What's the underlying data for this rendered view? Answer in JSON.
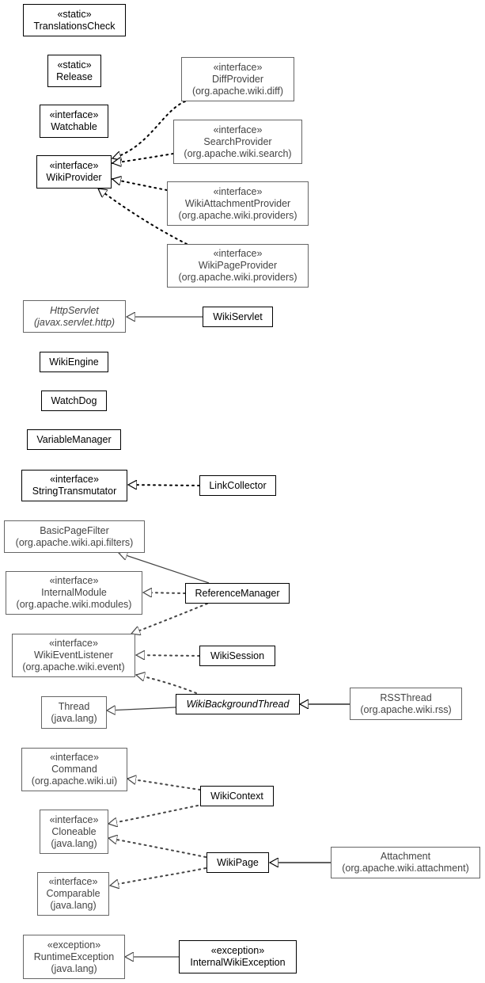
{
  "nodes": {
    "translations_check": [
      "«static»",
      "TranslationsCheck"
    ],
    "release": [
      "«static»",
      "Release"
    ],
    "watchable": [
      "«interface»",
      "Watchable"
    ],
    "wiki_provider": [
      "«interface»",
      "WikiProvider"
    ],
    "diff_provider": [
      "«interface»",
      "DiffProvider",
      "(org.apache.wiki.diff)"
    ],
    "search_provider": [
      "«interface»",
      "SearchProvider",
      "(org.apache.wiki.search)"
    ],
    "wiki_attachment_provider": [
      "«interface»",
      "WikiAttachmentProvider",
      "(org.apache.wiki.providers)"
    ],
    "wiki_page_provider": [
      "«interface»",
      "WikiPageProvider",
      "(org.apache.wiki.providers)"
    ],
    "http_servlet": [
      "HttpServlet",
      "(javax.servlet.http)"
    ],
    "wiki_servlet": [
      "WikiServlet"
    ],
    "wiki_engine": [
      "WikiEngine"
    ],
    "watch_dog": [
      "WatchDog"
    ],
    "variable_manager": [
      "VariableManager"
    ],
    "string_transmutator": [
      "«interface»",
      "StringTransmutator"
    ],
    "link_collector": [
      "LinkCollector"
    ],
    "basic_page_filter": [
      "BasicPageFilter",
      "(org.apache.wiki.api.filters)"
    ],
    "internal_module": [
      "«interface»",
      "InternalModule",
      "(org.apache.wiki.modules)"
    ],
    "reference_manager": [
      "ReferenceManager"
    ],
    "wiki_event_listener": [
      "«interface»",
      "WikiEventListener",
      "(org.apache.wiki.event)"
    ],
    "wiki_session": [
      "WikiSession"
    ],
    "thread": [
      "Thread",
      "(java.lang)"
    ],
    "wiki_background_thread": [
      "WikiBackgroundThread"
    ],
    "rss_thread": [
      "RSSThread",
      "(org.apache.wiki.rss)"
    ],
    "command": [
      "«interface»",
      "Command",
      "(org.apache.wiki.ui)"
    ],
    "wiki_context": [
      "WikiContext"
    ],
    "cloneable": [
      "«interface»",
      "Cloneable",
      "(java.lang)"
    ],
    "wiki_page": [
      "WikiPage"
    ],
    "attachment": [
      "Attachment",
      "(org.apache.wiki.attachment)"
    ],
    "comparable": [
      "«interface»",
      "Comparable",
      "(java.lang)"
    ],
    "runtime_exception": [
      "«exception»",
      "RuntimeException",
      "(java.lang)"
    ],
    "internal_wiki_exception": [
      "«exception»",
      "InternalWikiException"
    ]
  },
  "edges": [
    {
      "from": "diff_provider",
      "to": "wiki_provider",
      "kind": "realization"
    },
    {
      "from": "search_provider",
      "to": "wiki_provider",
      "kind": "realization"
    },
    {
      "from": "wiki_attachment_provider",
      "to": "wiki_provider",
      "kind": "realization"
    },
    {
      "from": "wiki_page_provider",
      "to": "wiki_provider",
      "kind": "realization"
    },
    {
      "from": "wiki_servlet",
      "to": "http_servlet",
      "kind": "generalization"
    },
    {
      "from": "link_collector",
      "to": "string_transmutator",
      "kind": "realization"
    },
    {
      "from": "reference_manager",
      "to": "basic_page_filter",
      "kind": "generalization"
    },
    {
      "from": "reference_manager",
      "to": "internal_module",
      "kind": "realization"
    },
    {
      "from": "reference_manager",
      "to": "wiki_event_listener",
      "kind": "realization"
    },
    {
      "from": "wiki_session",
      "to": "wiki_event_listener",
      "kind": "realization"
    },
    {
      "from": "wiki_background_thread",
      "to": "wiki_event_listener",
      "kind": "realization"
    },
    {
      "from": "wiki_background_thread",
      "to": "thread",
      "kind": "generalization"
    },
    {
      "from": "rss_thread",
      "to": "wiki_background_thread",
      "kind": "generalization"
    },
    {
      "from": "wiki_context",
      "to": "command",
      "kind": "realization"
    },
    {
      "from": "wiki_context",
      "to": "cloneable",
      "kind": "realization"
    },
    {
      "from": "wiki_page",
      "to": "cloneable",
      "kind": "realization"
    },
    {
      "from": "wiki_page",
      "to": "comparable",
      "kind": "realization"
    },
    {
      "from": "attachment",
      "to": "wiki_page",
      "kind": "generalization"
    },
    {
      "from": "internal_wiki_exception",
      "to": "runtime_exception",
      "kind": "generalization"
    }
  ]
}
